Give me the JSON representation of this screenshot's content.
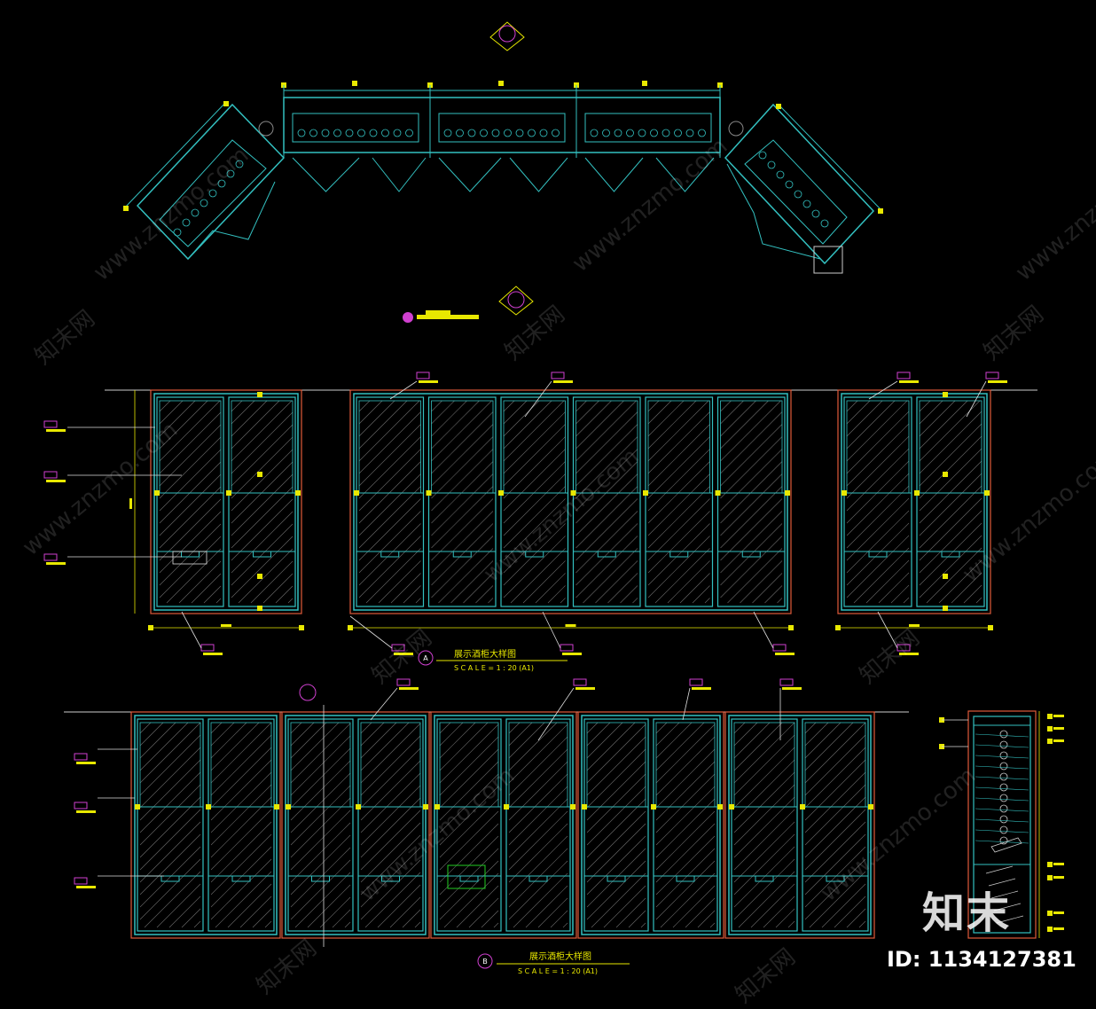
{
  "drawing": {
    "elevation1": {
      "title": "展示酒柜大样图",
      "scale": "S C A L E = 1 : 20 (A1)",
      "marker": "A"
    },
    "elevation2": {
      "title": "展示酒柜大样图",
      "scale": "S C A L E = 1 : 20 (A1)",
      "marker": "B"
    }
  },
  "watermark": {
    "text_cn": "知末网",
    "text_url": "www.znzmo.com",
    "logo": "知末",
    "id_label": "ID: 1134127381"
  },
  "colors": {
    "background": "#000000",
    "cabinet": "#33c0c0",
    "dimension": "#e8e800",
    "tag": "#d040d0",
    "frame": "#e05a3a",
    "hatch": "#6a6a6a"
  }
}
